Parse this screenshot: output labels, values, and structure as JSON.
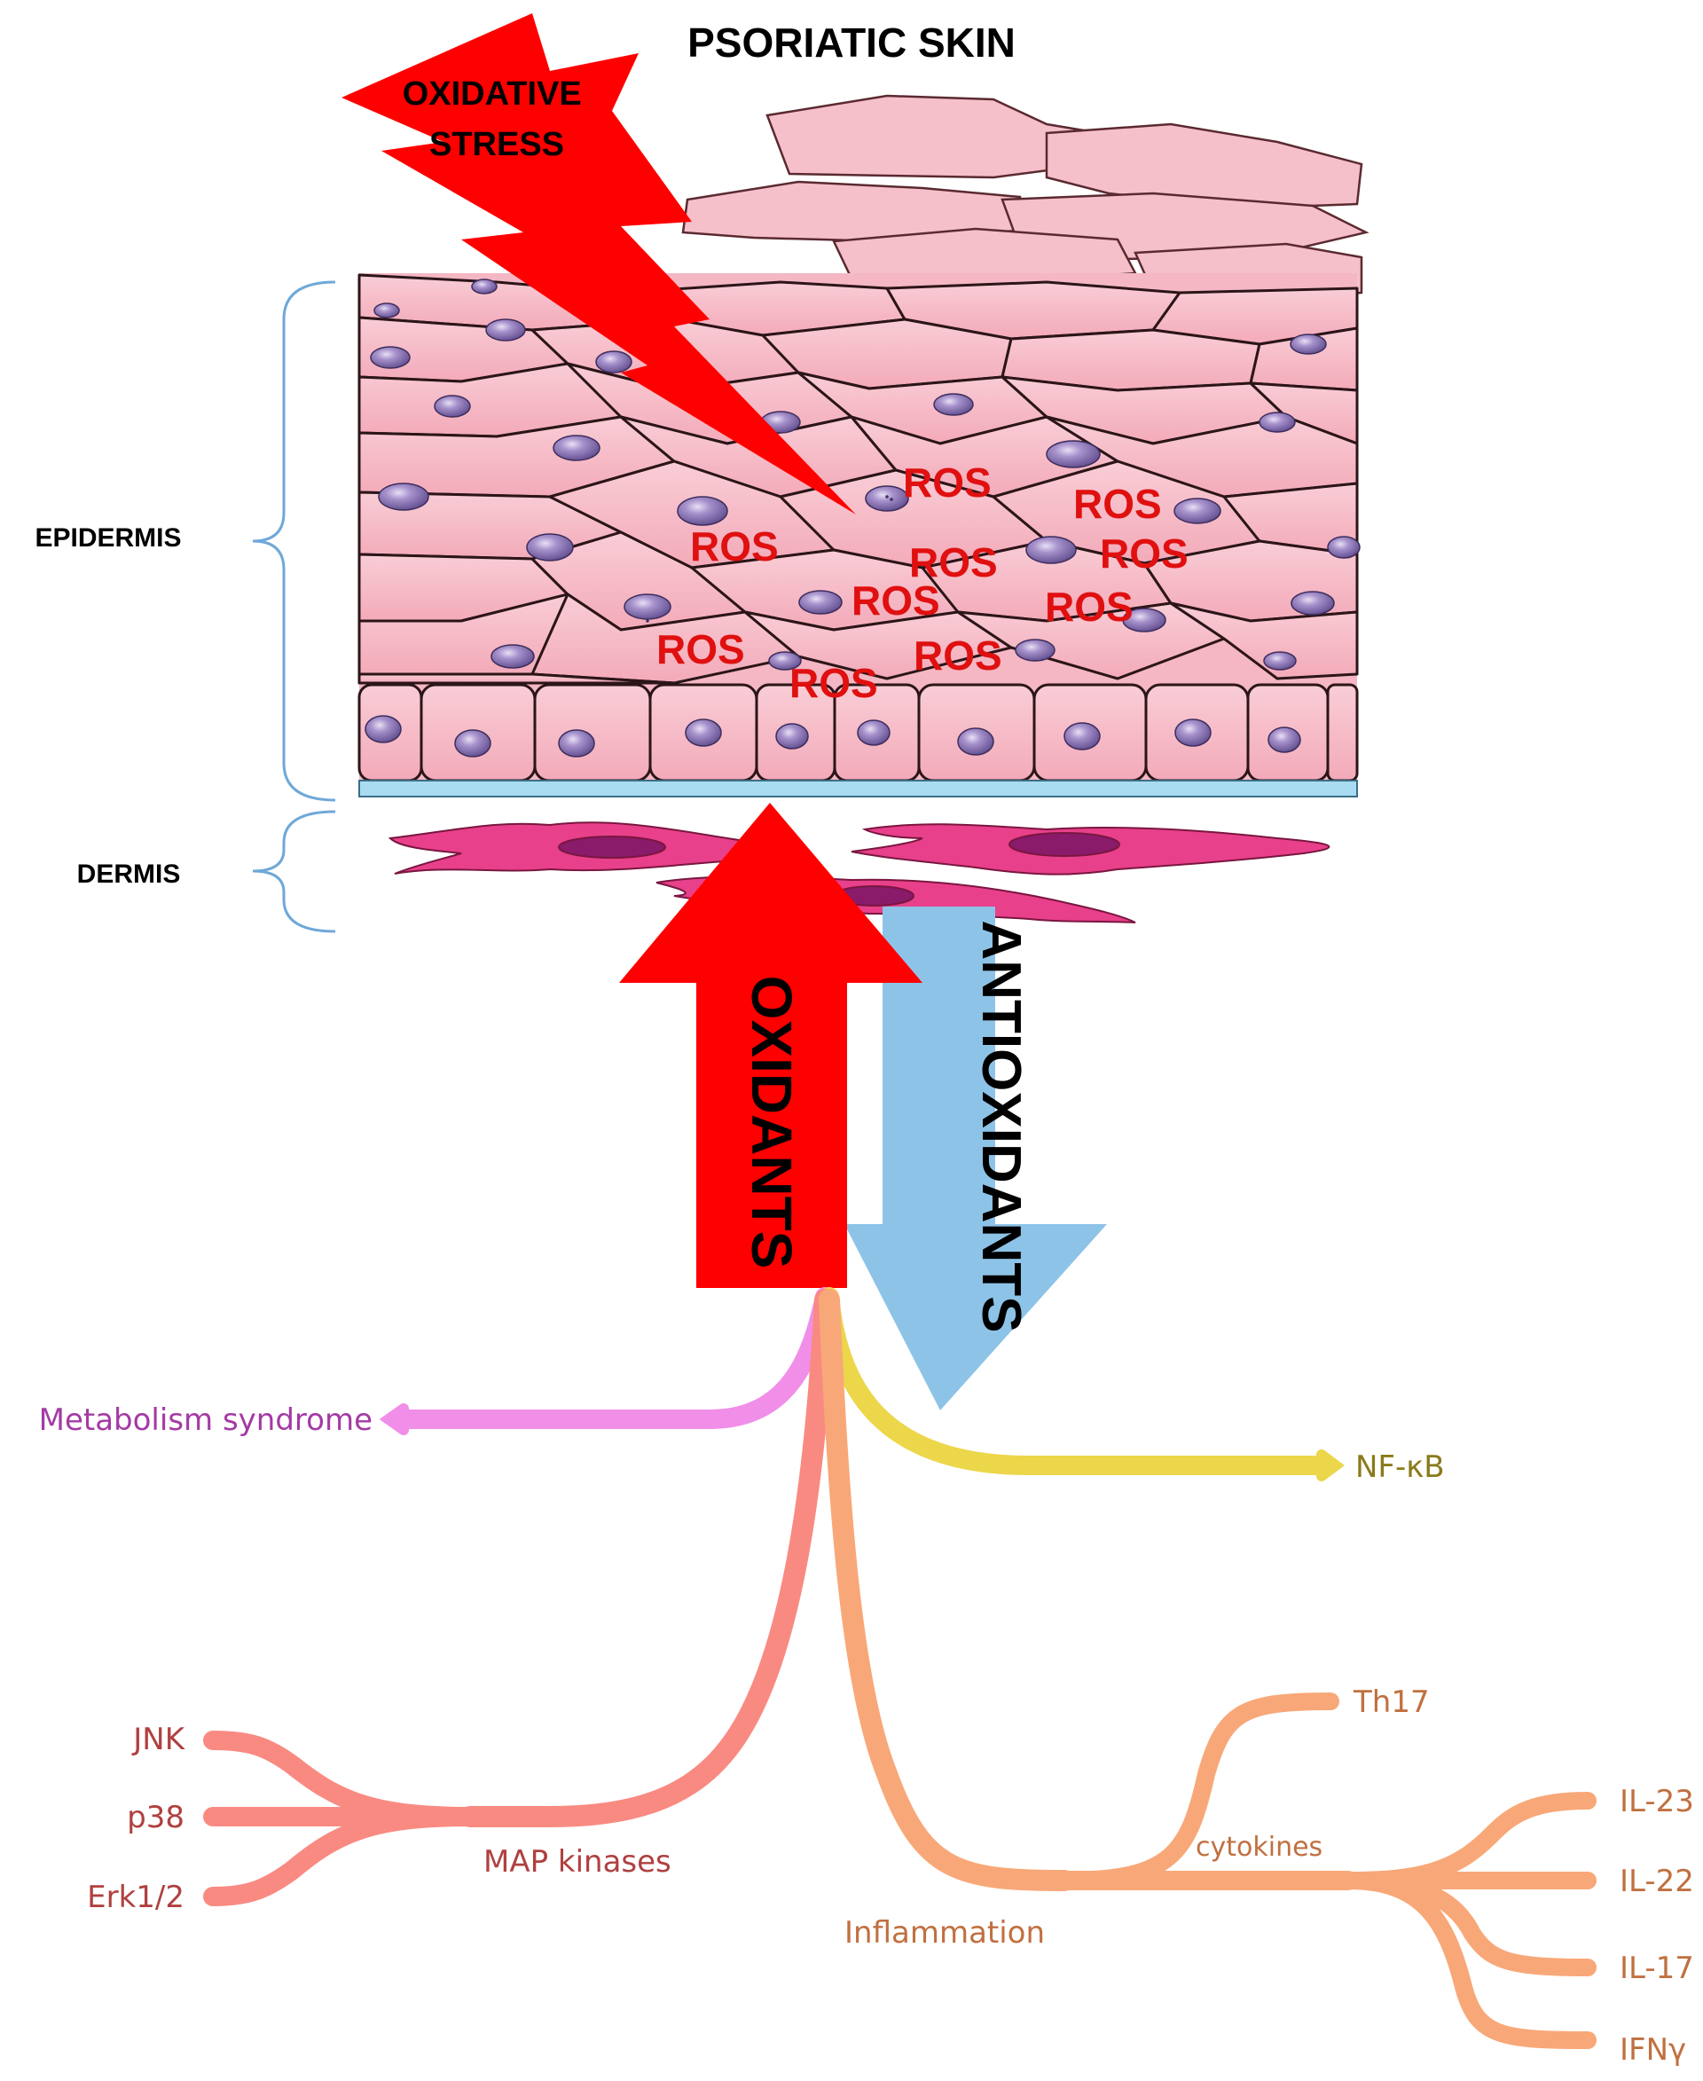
{
  "title": "PSORIATIC SKIN",
  "stress_label": [
    "OXIDATIVE",
    "STRESS"
  ],
  "layers": {
    "epidermis": "EPIDERMIS",
    "dermis": "DERMIS"
  },
  "ros_label": "ROS",
  "arrows": {
    "oxidants": "OXIDANTS",
    "antioxidants": "ANTIOXIDANTS"
  },
  "branches": {
    "metabolism": "Metabolism syndrome",
    "nfkb": "NF-κB",
    "map_kinases": "MAP kinases",
    "map_children": [
      "JNK",
      "p38",
      "Erk1/2"
    ],
    "inflammation": "Inflammation",
    "th17": "Th17",
    "cytokines": "cytokines",
    "cytokine_children": [
      "IL-23",
      "IL-22",
      "IL-17",
      "IFNγ"
    ]
  },
  "colors": {
    "oxidants": "#ff0000",
    "antioxidants": "#8ec3e8",
    "ros": "#e01010",
    "metabolism": "#f08ee8",
    "metabolism_text": "#a43aa4",
    "nfkb": "#ecd64a",
    "nfkb_text": "#8a7a1a",
    "map": "#f98a82",
    "map_text": "#b04040",
    "inflammation": "#f8a878",
    "inflammation_text": "#c07040",
    "cell": "#f6bcc8",
    "nucleus": "#8a72b4",
    "fibroblast": "#e8408a",
    "bracket": "#6fa8d8"
  }
}
